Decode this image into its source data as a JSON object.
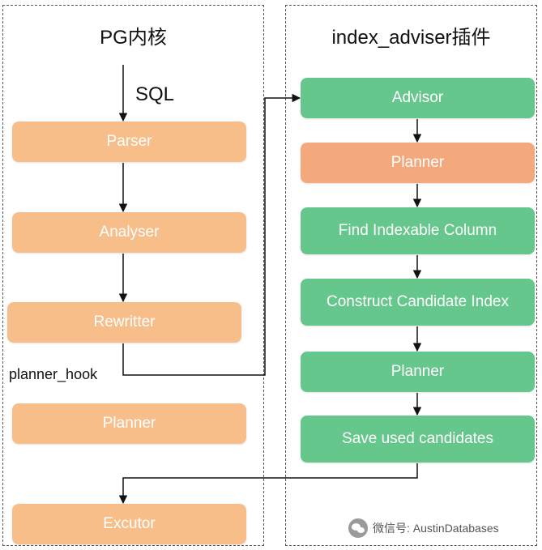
{
  "left_panel": {
    "title": "PG内核",
    "sql_label": "SQL",
    "hook_label": "planner_hook",
    "boxes": [
      "Parser",
      "Analyser",
      "Rewritter",
      "Planner",
      "Excutor"
    ]
  },
  "right_panel": {
    "title": "index_adviser插件",
    "boxes": [
      "Advisor",
      "Planner",
      "Find Indexable Column",
      "Construct Candidate Index",
      "Planner",
      "Save used candidates"
    ]
  },
  "watermark": {
    "icon": "wechat-icon",
    "text": "微信号: AustinDatabases"
  },
  "colors": {
    "orange": "#f8be8a",
    "orange_dark": "#f4a97c",
    "green": "#66c78d"
  }
}
